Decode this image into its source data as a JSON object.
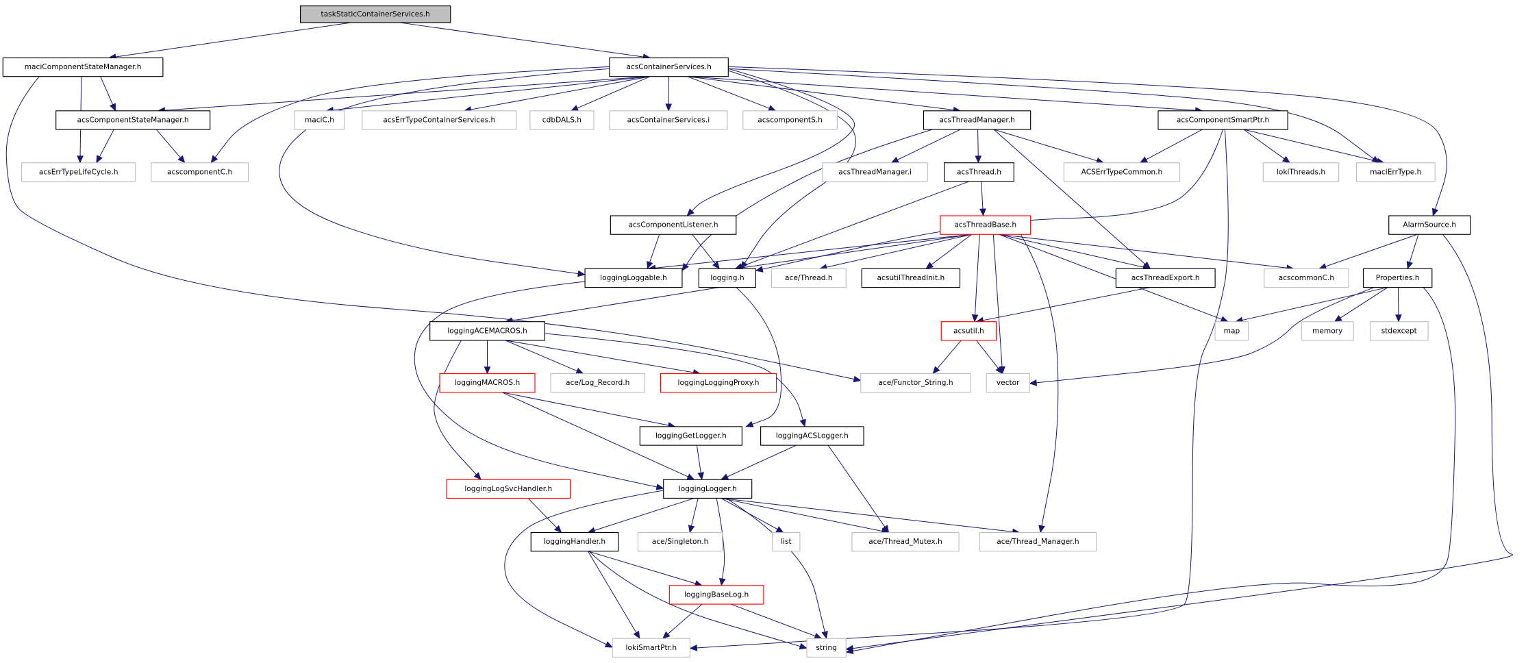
{
  "title": "taskStaticContainerServices.h",
  "colors": {
    "edge": "#191970",
    "root_fill": "#bfbfbf",
    "documented_border": "#000000",
    "external_border": "#bfbfbf",
    "truncated_border": "#ff0000"
  },
  "nodes": {
    "root": {
      "label": "taskStaticContainerServices.h",
      "kind": "root"
    },
    "maciCSM": {
      "label": "maciComponentStateManager.h",
      "kind": "documented"
    },
    "acsCS": {
      "label": "acsContainerServices.h",
      "kind": "documented"
    },
    "acsCSM": {
      "label": "acsComponentStateManager.h",
      "kind": "documented"
    },
    "maciC": {
      "label": "maciC.h",
      "kind": "external"
    },
    "acsErrTCS": {
      "label": "acsErrTypeContainerServices.h",
      "kind": "external"
    },
    "cdbDALS": {
      "label": "cdbDALS.h",
      "kind": "external"
    },
    "acsCSi": {
      "label": "acsContainerServices.i",
      "kind": "external"
    },
    "acscompS": {
      "label": "acscomponentS.h",
      "kind": "external"
    },
    "acsTM": {
      "label": "acsThreadManager.h",
      "kind": "documented"
    },
    "acsCSP": {
      "label": "acsComponentSmartPtr.h",
      "kind": "documented"
    },
    "acsErrTLC": {
      "label": "acsErrTypeLifeCycle.h",
      "kind": "external"
    },
    "acscompC": {
      "label": "acscomponentC.h",
      "kind": "external"
    },
    "acsTMi": {
      "label": "acsThreadManager.i",
      "kind": "external"
    },
    "acsThread": {
      "label": "acsThread.h",
      "kind": "documented"
    },
    "ACSErrTC": {
      "label": "ACSErrTypeCommon.h",
      "kind": "external"
    },
    "lokiThreads": {
      "label": "lokiThreads.h",
      "kind": "external"
    },
    "maciErrType": {
      "label": "maciErrType.h",
      "kind": "external"
    },
    "acsCL": {
      "label": "acsComponentListener.h",
      "kind": "documented"
    },
    "acsTB": {
      "label": "acsThreadBase.h",
      "kind": "truncated"
    },
    "alarmSource": {
      "label": "AlarmSource.h",
      "kind": "documented"
    },
    "logLoggable": {
      "label": "loggingLoggable.h",
      "kind": "documented"
    },
    "logging": {
      "label": "logging.h",
      "kind": "documented"
    },
    "aceThread": {
      "label": "ace/Thread.h",
      "kind": "external"
    },
    "acsutilTI": {
      "label": "acsutilThreadInit.h",
      "kind": "documented"
    },
    "acsTE": {
      "label": "acsThreadExport.h",
      "kind": "documented"
    },
    "acscommonC": {
      "label": "acscommonC.h",
      "kind": "external"
    },
    "properties": {
      "label": "Properties.h",
      "kind": "documented"
    },
    "logACEM": {
      "label": "loggingACEMACROS.h",
      "kind": "documented"
    },
    "acsutil": {
      "label": "acsutil.h",
      "kind": "truncated"
    },
    "map": {
      "label": "map",
      "kind": "external"
    },
    "memory": {
      "label": "memory",
      "kind": "external"
    },
    "stdexcept": {
      "label": "stdexcept",
      "kind": "external"
    },
    "logMACROS": {
      "label": "loggingMACROS.h",
      "kind": "truncated"
    },
    "aceLogRecord": {
      "label": "ace/Log_Record.h",
      "kind": "external"
    },
    "logLP": {
      "label": "loggingLoggingProxy.h",
      "kind": "truncated"
    },
    "aceFunctorString": {
      "label": "ace/Functor_String.h",
      "kind": "external"
    },
    "vector": {
      "label": "vector",
      "kind": "external"
    },
    "logGetLogger": {
      "label": "loggingGetLogger.h",
      "kind": "documented"
    },
    "logACSLogger": {
      "label": "loggingACSLogger.h",
      "kind": "documented"
    },
    "logLSH": {
      "label": "loggingLogSvcHandler.h",
      "kind": "truncated"
    },
    "logLogger": {
      "label": "loggingLogger.h",
      "kind": "documented"
    },
    "logHandler": {
      "label": "loggingHandler.h",
      "kind": "documented"
    },
    "aceSingleton": {
      "label": "ace/Singleton.h",
      "kind": "external"
    },
    "list": {
      "label": "list",
      "kind": "external"
    },
    "aceThreadMutex": {
      "label": "ace/Thread_Mutex.h",
      "kind": "external"
    },
    "aceThreadManager": {
      "label": "ace/Thread_Manager.h",
      "kind": "external"
    },
    "logBaseLog": {
      "label": "loggingBaseLog.h",
      "kind": "truncated"
    },
    "lokiSmartPtr": {
      "label": "lokiSmartPtr.h",
      "kind": "external"
    },
    "string": {
      "label": "string",
      "kind": "external"
    }
  },
  "edges": [
    [
      "root",
      "maciCSM"
    ],
    [
      "root",
      "acsCS"
    ],
    [
      "maciCSM",
      "acsCSM"
    ],
    [
      "maciCSM",
      "acsErrTLC"
    ],
    [
      "maciCSM",
      "aceFunctorString"
    ],
    [
      "acsCSM",
      "acsErrTLC"
    ],
    [
      "acsCSM",
      "acscompC"
    ],
    [
      "acsCS",
      "acsCSM"
    ],
    [
      "acsCS",
      "maciC"
    ],
    [
      "acsCS",
      "acsErrTCS"
    ],
    [
      "acsCS",
      "cdbDALS"
    ],
    [
      "acsCS",
      "acsCSi"
    ],
    [
      "acsCS",
      "acscompS"
    ],
    [
      "acsCS",
      "acsTM"
    ],
    [
      "acsCS",
      "acsCSP"
    ],
    [
      "acsCS",
      "acscompC"
    ],
    [
      "acsCS",
      "logLoggable"
    ],
    [
      "acsCS",
      "logging"
    ],
    [
      "acsCS",
      "acsCL"
    ],
    [
      "acsCS",
      "maciErrType"
    ],
    [
      "acsCS",
      "alarmSource"
    ],
    [
      "acsTM",
      "acsTMi"
    ],
    [
      "acsTM",
      "acsThread"
    ],
    [
      "acsTM",
      "ACSErrTC"
    ],
    [
      "acsTM",
      "acsTE"
    ],
    [
      "acsTM",
      "logLoggable"
    ],
    [
      "acsCSP",
      "ACSErrTC"
    ],
    [
      "acsCSP",
      "lokiThreads"
    ],
    [
      "acsCSP",
      "maciErrType"
    ],
    [
      "acsCSP",
      "logging"
    ],
    [
      "acsCSP",
      "lokiSmartPtr"
    ],
    [
      "acsThread",
      "acsTB"
    ],
    [
      "acsThread",
      "logging"
    ],
    [
      "acsCL",
      "logLoggable"
    ],
    [
      "acsCL",
      "logging"
    ],
    [
      "acsTB",
      "logLoggable"
    ],
    [
      "acsTB",
      "logging"
    ],
    [
      "acsTB",
      "aceThread"
    ],
    [
      "acsTB",
      "acsutilTI"
    ],
    [
      "acsTB",
      "acsTE"
    ],
    [
      "acsTB",
      "acscommonC"
    ],
    [
      "acsTB",
      "acsutil"
    ],
    [
      "acsTB",
      "vector"
    ],
    [
      "acsTB",
      "map"
    ],
    [
      "acsTB",
      "aceThreadManager"
    ],
    [
      "alarmSource",
      "acscommonC"
    ],
    [
      "alarmSource",
      "properties"
    ],
    [
      "alarmSource",
      "string"
    ],
    [
      "properties",
      "map"
    ],
    [
      "properties",
      "memory"
    ],
    [
      "properties",
      "stdexcept"
    ],
    [
      "properties",
      "vector"
    ],
    [
      "properties",
      "string"
    ],
    [
      "acsTE",
      "acsutil"
    ],
    [
      "acsutil",
      "aceFunctorString"
    ],
    [
      "acsutil",
      "vector"
    ],
    [
      "logLoggable",
      "logLogger"
    ],
    [
      "logging",
      "logACEM"
    ],
    [
      "logging",
      "logGetLogger"
    ],
    [
      "logACEM",
      "logMACROS"
    ],
    [
      "logACEM",
      "aceLogRecord"
    ],
    [
      "logACEM",
      "logLP"
    ],
    [
      "logACEM",
      "logACSLogger"
    ],
    [
      "logACEM",
      "logLSH"
    ],
    [
      "logMACROS",
      "logGetLogger"
    ],
    [
      "logMACROS",
      "logLogger"
    ],
    [
      "logGetLogger",
      "logLogger"
    ],
    [
      "logACSLogger",
      "logLogger"
    ],
    [
      "logACSLogger",
      "aceThreadMutex"
    ],
    [
      "logLSH",
      "logHandler"
    ],
    [
      "logLogger",
      "logHandler"
    ],
    [
      "logLogger",
      "aceSingleton"
    ],
    [
      "logLogger",
      "list"
    ],
    [
      "logLogger",
      "aceThreadMutex"
    ],
    [
      "logLogger",
      "aceThreadManager"
    ],
    [
      "logLogger",
      "logBaseLog"
    ],
    [
      "logLogger",
      "string"
    ],
    [
      "logLogger",
      "lokiSmartPtr"
    ],
    [
      "logHandler",
      "logBaseLog"
    ],
    [
      "logHandler",
      "lokiSmartPtr"
    ],
    [
      "logHandler",
      "string"
    ],
    [
      "logBaseLog",
      "lokiSmartPtr"
    ],
    [
      "logBaseLog",
      "string"
    ]
  ]
}
